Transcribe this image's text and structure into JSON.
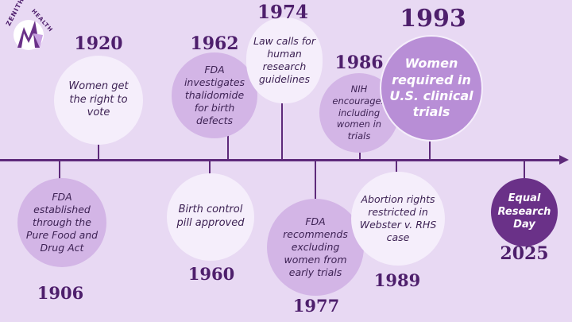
{
  "brand": {
    "word1": "ZENITH",
    "word2": "HEALTH"
  },
  "events": [
    {
      "year": "1906",
      "text": "FDA established through the Pure Food and Drug Act"
    },
    {
      "year": "1920",
      "text": "Women get the right to vote"
    },
    {
      "year": "1960",
      "text": "Birth control pill approved"
    },
    {
      "year": "1962",
      "text": "FDA investigates thalidomide for birth defects"
    },
    {
      "year": "1974",
      "text": "Law calls for human research guidelines"
    },
    {
      "year": "1977",
      "text": "FDA recommends excluding women from early trials"
    },
    {
      "year": "1986",
      "text": "NIH encourages including women in trials"
    },
    {
      "year": "1989",
      "text": "Abortion rights restricted in Webster v. RHS case"
    },
    {
      "year": "1993",
      "text": "Women required in U.S. clinical trials"
    },
    {
      "year": "2025",
      "text": "Equal Research Day"
    }
  ],
  "colors": {
    "axis": "#5e2a7a",
    "accent": "#6a3188",
    "highlight": "#b88ed6"
  }
}
